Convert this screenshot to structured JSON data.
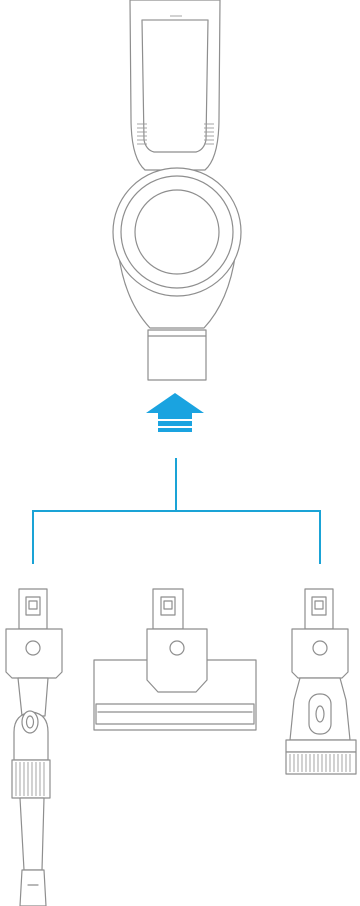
{
  "colors": {
    "line_art": "#8e8e8e",
    "connector": "#1aa3d6",
    "arrow": "#1aa3e0",
    "background": "#ffffff"
  },
  "icons": {
    "direction": "arrow-up-icon"
  },
  "parts": [
    "vacuum-handheld-unit",
    "extension-crevice-tool",
    "wide-mini-brush",
    "dusting-brush"
  ]
}
